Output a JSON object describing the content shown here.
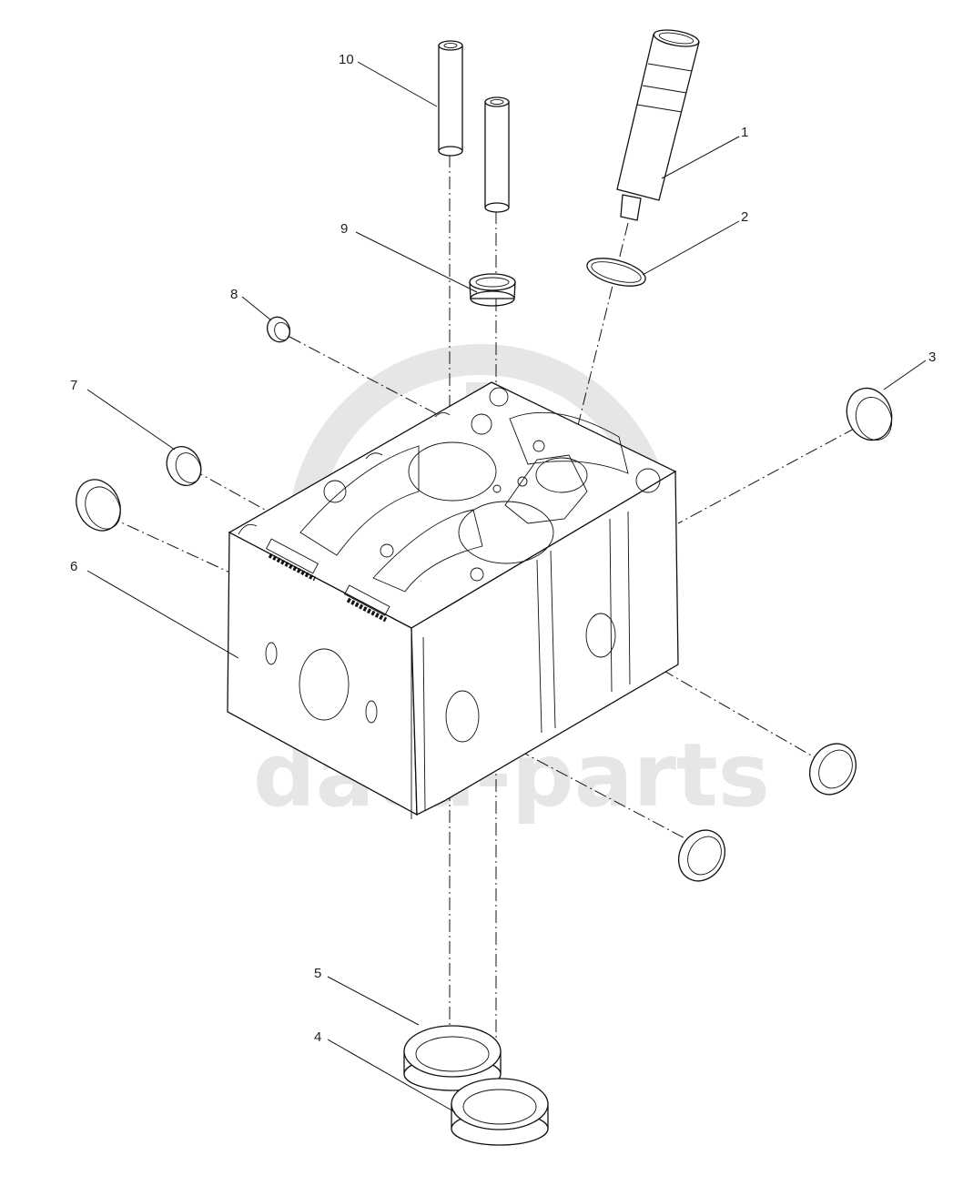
{
  "watermark": {
    "text": "data-parts",
    "color": "#e6e6e6"
  },
  "callouts": [
    {
      "id": "1",
      "label": "1"
    },
    {
      "id": "2",
      "label": "2"
    },
    {
      "id": "3",
      "label": "3"
    },
    {
      "id": "4",
      "label": "4"
    },
    {
      "id": "5",
      "label": "5"
    },
    {
      "id": "6",
      "label": "6"
    },
    {
      "id": "7",
      "label": "7"
    },
    {
      "id": "8",
      "label": "8"
    },
    {
      "id": "9",
      "label": "9"
    },
    {
      "id": "10",
      "label": "10"
    }
  ]
}
